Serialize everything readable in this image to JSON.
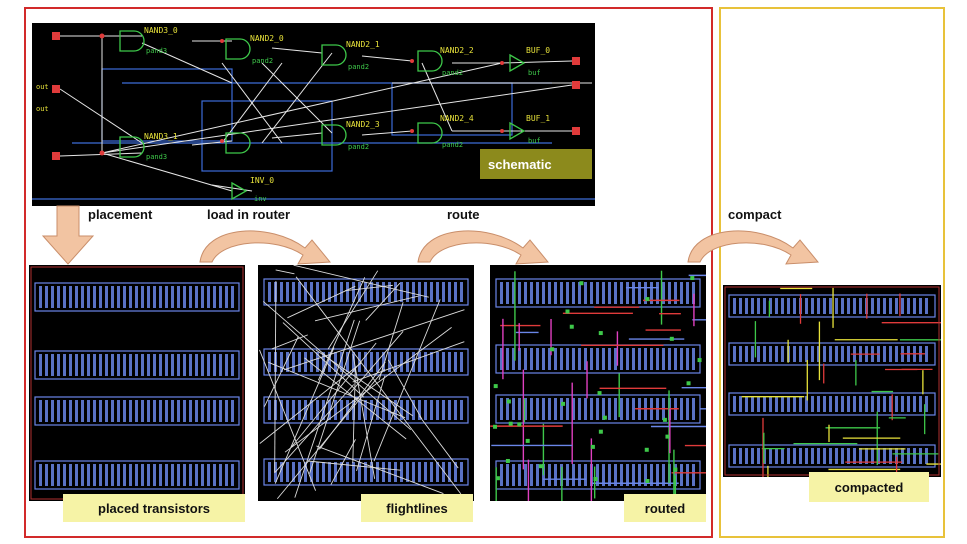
{
  "schematic": {
    "label": "schematic",
    "gates": [
      {
        "name": "NAND3_0",
        "type": "pand3"
      },
      {
        "name": "NAND2_0",
        "type": "pand2"
      },
      {
        "name": "NAND2_1",
        "type": "pand2"
      },
      {
        "name": "NAND2_2",
        "type": "pand2"
      },
      {
        "name": "BUF_0",
        "type": "buf"
      },
      {
        "name": "NAND3_1",
        "type": "pand3"
      },
      {
        "name": "NAND2_3",
        "type": "pand2"
      },
      {
        "name": "NAND2_4",
        "type": "pand2"
      },
      {
        "name": "BUF_1",
        "type": "buf"
      },
      {
        "name": "INV_0",
        "type": "inv"
      }
    ],
    "visible_pin_labels": [
      "out",
      "out"
    ]
  },
  "steps": {
    "placement": "placement",
    "load_in_router": "load in router",
    "route": "route",
    "compact": "compact"
  },
  "layouts": {
    "placed": "placed transistors",
    "flightlines": "flightlines",
    "routed": "routed",
    "compacted": "compacted"
  },
  "colors": {
    "frame_red": "#d22a2a",
    "frame_yellow": "#e8c23a",
    "arrow": "#f2c4a2",
    "badge": "#f6f3a6",
    "schematic_badge": "#8c8a1c",
    "cell_blue": "#6a86e8",
    "wire_green": "#3ec84a",
    "wire_yellow": "#e7e23a",
    "wire_red": "#e03b3b"
  }
}
